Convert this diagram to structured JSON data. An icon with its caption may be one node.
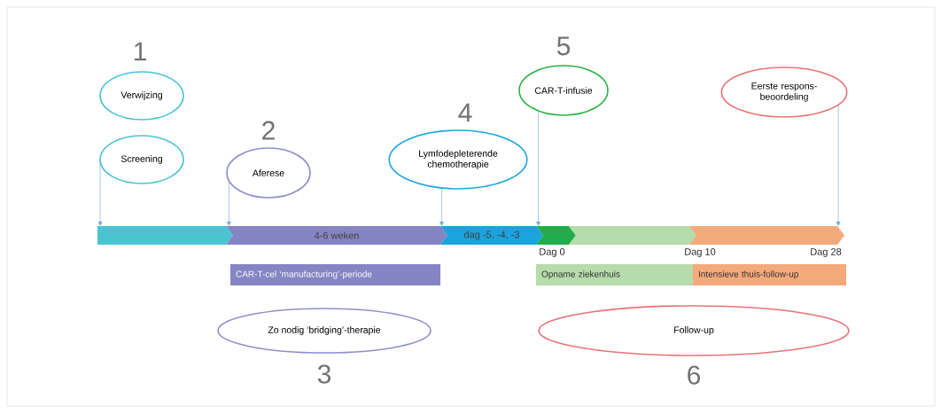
{
  "diagram": {
    "nodes": [
      {
        "text": [
          "Verwijzing"
        ],
        "beside": [
          "1"
        ]
      },
      {
        "text": [
          "Screening"
        ]
      },
      {
        "text": [
          "Aferese"
        ],
        "beside": [
          "2"
        ]
      },
      {
        "text": [
          "Lymfodepleterende chemotherapie"
        ],
        "beside": [
          "4"
        ]
      },
      {
        "text": [
          "CAR-T-infusie"
        ],
        "beside": [
          "5"
        ]
      },
      {
        "text": [
          "Eerste respons- beoordeling"
        ]
      },
      {
        "text": [],
        "shape": "chevron"
      },
      {
        "text": [
          "4-6 weken"
        ]
      },
      {
        "text": [
          "dag -5, -4, -3"
        ]
      },
      {
        "text": [],
        "shape": "chevron"
      },
      {
        "text": [],
        "shape": "chevron"
      },
      {
        "text": [],
        "shape": "chevron"
      },
      {
        "text": [
          "CAR-T-cel ‘manufacturing’-periode"
        ]
      },
      {
        "text": [
          "Opname ziekenhuis"
        ]
      },
      {
        "text": [
          "Intensieve thuis-follow-up"
        ]
      },
      {
        "text": [
          "Zo nodig ‘bridging’-therapie"
        ],
        "beside": [
          "3"
        ]
      },
      {
        "text": [
          "Follow-up"
        ],
        "beside": [
          "6"
        ]
      }
    ],
    "edges": [
      {
        "from": 1,
        "to": 6,
        "arrow": "to"
      },
      {
        "from": 2,
        "to": 7,
        "arrow": "to"
      },
      {
        "from": 3,
        "to": 8,
        "arrow": "to"
      },
      {
        "from": 4,
        "to": 9,
        "arrow": "to"
      },
      {
        "from": 5,
        "to": 11,
        "arrow": "to"
      }
    ],
    "labels": [
      "Dag 0",
      "Dag 10",
      "Dag 28"
    ]
  }
}
